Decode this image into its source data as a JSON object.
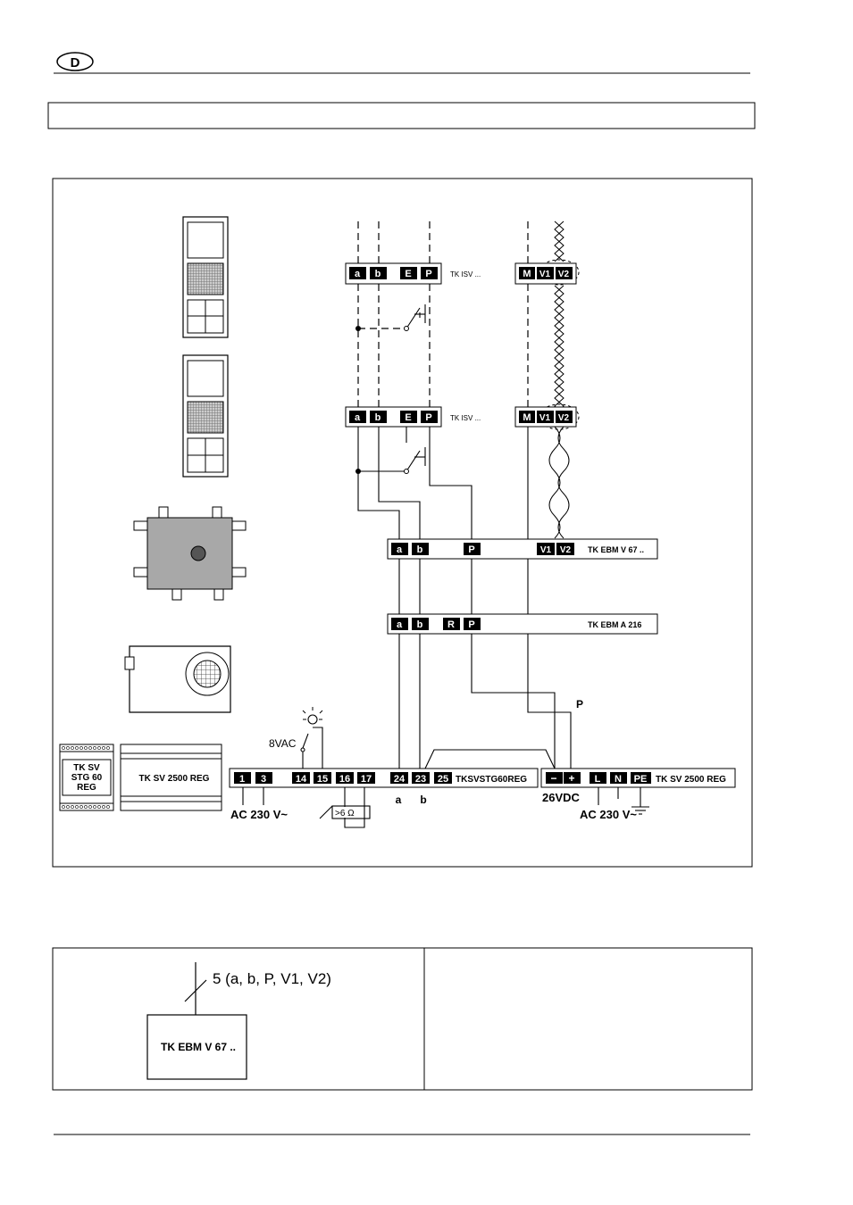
{
  "header": {
    "lang_badge": "D"
  },
  "diagram": {
    "panel_top_label": "TK ISV ...",
    "panel_mid_label": "TK ISV ...",
    "video_top_terms": [
      "M",
      "V1",
      "V2"
    ],
    "video_mid_terms": [
      "M",
      "V1",
      "V2"
    ],
    "isv_terms": [
      "a",
      "b",
      "E",
      "P"
    ],
    "ebm_v67": {
      "label": "TK EBM V 67 ..",
      "terms": [
        "a",
        "b",
        "P",
        "V1",
        "V2"
      ]
    },
    "ebm_a216": {
      "label": "TK EBM A 216",
      "terms": [
        "a",
        "b",
        "R",
        "P"
      ]
    },
    "stg": {
      "label": "TKSVSTG60REG",
      "terms": [
        "1",
        "3",
        "14",
        "15",
        "16",
        "17",
        "24",
        "23",
        "25"
      ],
      "ac_label": "AC 230 V~",
      "vac_label": "8VAC",
      "res_label": ">6 Ω",
      "a_label": "a",
      "b_label": "b"
    },
    "psu": {
      "label": "TK SV 2500 REG",
      "terms": [
        "−",
        "+",
        "L",
        "N",
        "PE"
      ],
      "dc_label": "26VDC",
      "ac_label": "AC 230 V~",
      "p_label": "P"
    },
    "device_stg_label": [
      "TK SV",
      "STG 60",
      "REG"
    ],
    "device_psu_label": "TK SV 2500 REG"
  },
  "bottom": {
    "bus_label": "5 (a, b, P, V1, V2)",
    "box_label": "TK EBM V 67 .."
  }
}
